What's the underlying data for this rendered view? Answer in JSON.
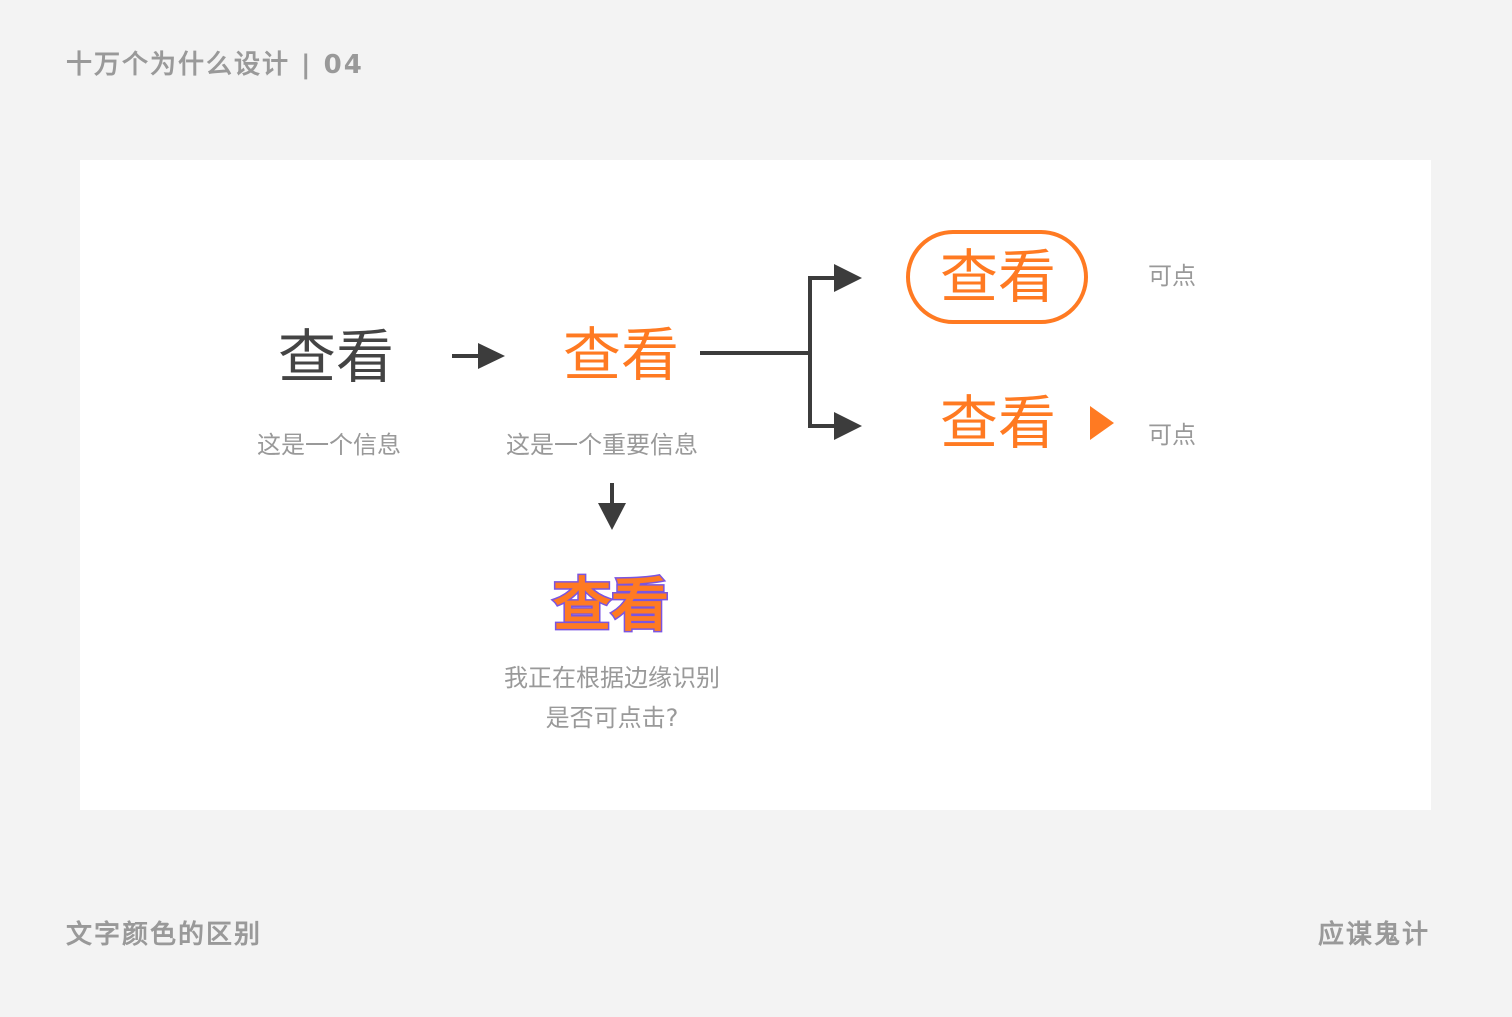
{
  "header": {
    "title": "十万个为什么设计 | 04"
  },
  "footer": {
    "left": "文字颜色的区别",
    "right": "应谋鬼计"
  },
  "diagram": {
    "normal": {
      "label": "查看",
      "caption": "这是一个信息"
    },
    "important": {
      "label": "查看",
      "caption": "这是一个重要信息"
    },
    "button": {
      "label": "查看",
      "caption": "可点"
    },
    "link": {
      "label": "查看",
      "caption": "可点"
    },
    "outlined": {
      "label": "查看",
      "caption_line1": "我正在根据边缘识别",
      "caption_line2": "是否可点击?"
    }
  },
  "colors": {
    "orange": "#ff7a22",
    "purple": "#7b55e0",
    "dark": "#444444",
    "gray": "#999999"
  }
}
